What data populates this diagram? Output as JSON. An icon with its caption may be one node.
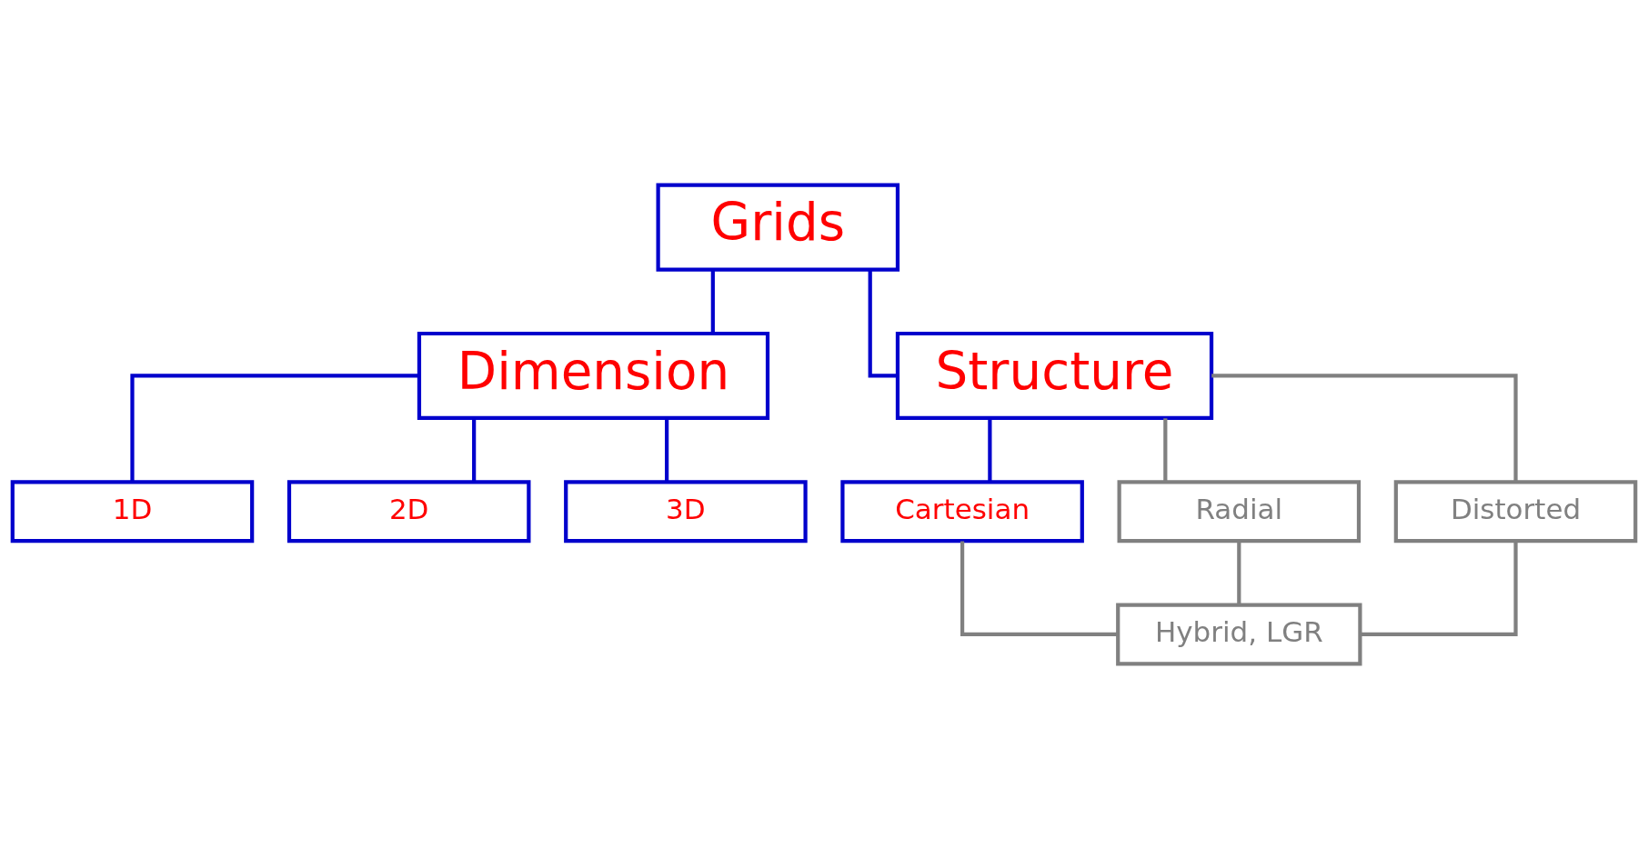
{
  "diagram": {
    "nodes": [
      {
        "text": [
          "Grids"
        ]
      },
      {
        "text": [
          "Dimension"
        ]
      },
      {
        "text": [
          "Structure"
        ]
      },
      {
        "text": [
          "1D"
        ]
      },
      {
        "text": [
          "2D"
        ]
      },
      {
        "text": [
          "3D"
        ]
      },
      {
        "text": [
          "Cartesian"
        ]
      },
      {
        "text": [
          "Radial"
        ]
      },
      {
        "text": [
          "Distorted"
        ]
      },
      {
        "text": [
          "Hybrid, LGR"
        ]
      }
    ],
    "edges": [
      {
        "from": 0,
        "to": 1,
        "arrow": "none"
      },
      {
        "from": 0,
        "to": 2,
        "arrow": "none"
      },
      {
        "from": 1,
        "to": 3,
        "arrow": "none"
      },
      {
        "from": 1,
        "to": 4,
        "arrow": "none"
      },
      {
        "from": 1,
        "to": 5,
        "arrow": "none"
      },
      {
        "from": 2,
        "to": 6,
        "arrow": "none"
      },
      {
        "from": 2,
        "to": 7,
        "arrow": "none",
        "color": "#808080"
      },
      {
        "from": 2,
        "to": 8,
        "arrow": "none",
        "color": "#808080"
      },
      {
        "from": 6,
        "to": 9,
        "arrow": "none",
        "color": "#808080"
      },
      {
        "from": 7,
        "to": 9,
        "arrow": "none",
        "color": "#808080"
      },
      {
        "from": 8,
        "to": 9,
        "arrow": "none",
        "color": "#808080"
      }
    ]
  }
}
